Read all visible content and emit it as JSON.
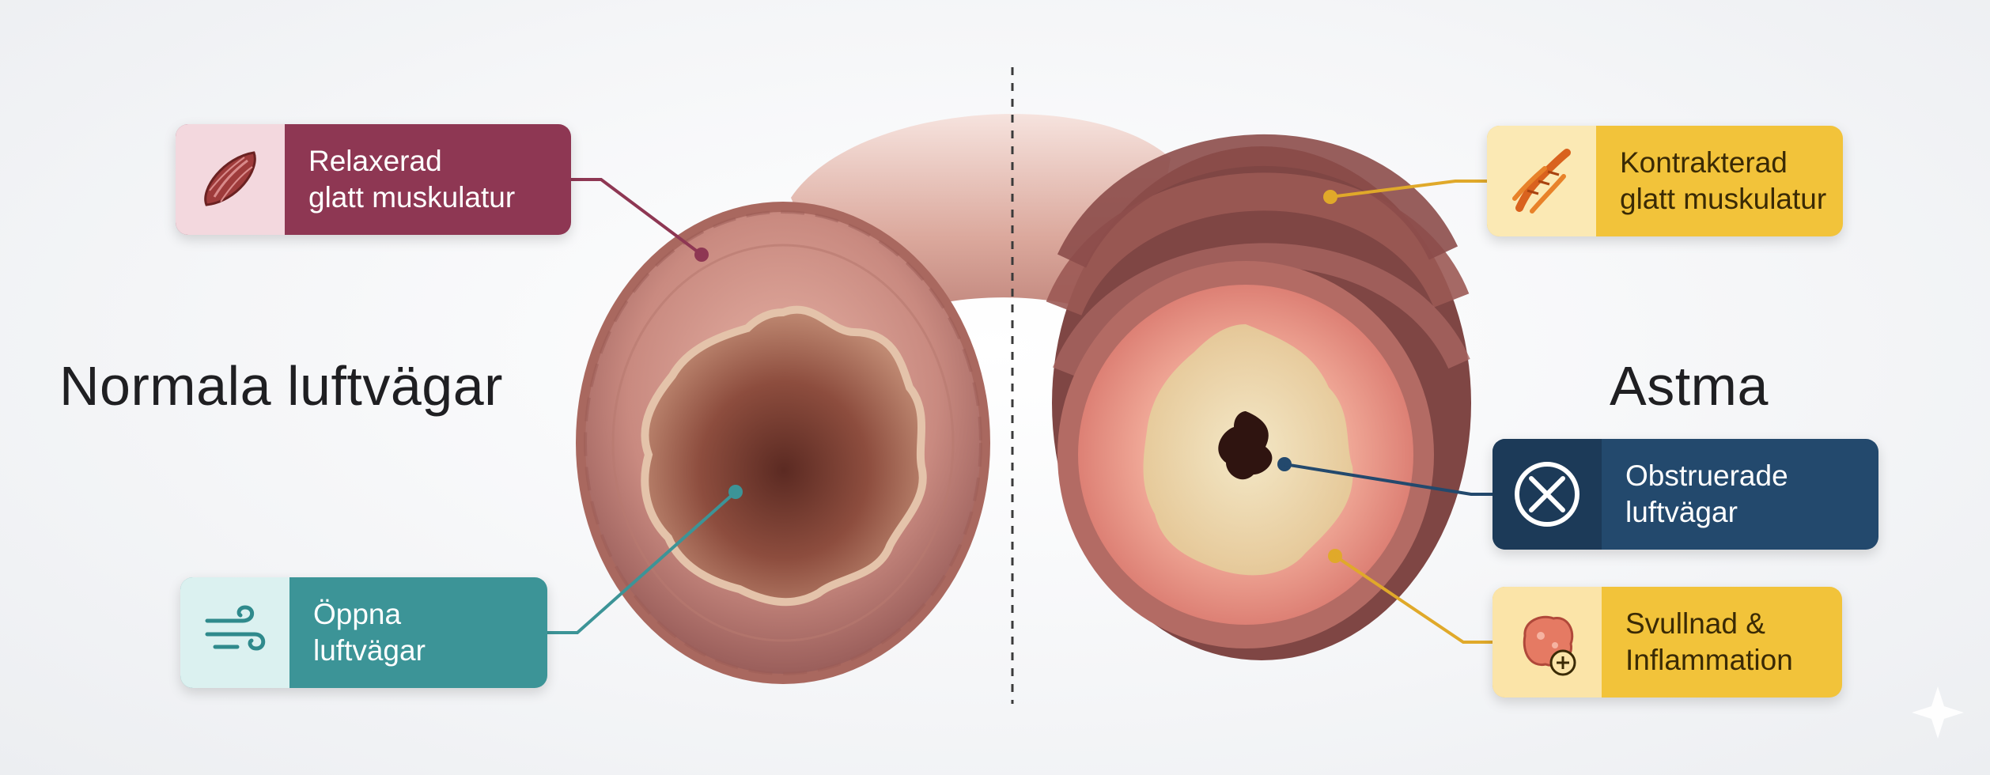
{
  "titles": {
    "normal": "Normala luftvägar",
    "asthma": "Astma"
  },
  "callouts": {
    "relaxed": {
      "line1": "Relaxerad",
      "line2": "glatt muskulatur",
      "icon": "muscle-icon"
    },
    "open": {
      "line1": "Öppna",
      "line2": "luftvägar",
      "icon": "wind-icon"
    },
    "contracted": {
      "line1": "Kontrakterad",
      "line2": "glatt muskulatur",
      "icon": "contracted-muscle-icon"
    },
    "obstructed": {
      "line1": "Obstruerade",
      "line2": "luftvägar",
      "icon": "blocked-circle-icon"
    },
    "swelling": {
      "line1": "Svullnad &",
      "line2": "Inflammation",
      "icon": "inflamed-cell-icon"
    }
  },
  "colors": {
    "relaxed": "#8e3753",
    "open": "#3c9497",
    "contracted": "#f2c33a",
    "obstructed": "#23496d",
    "swelling": "#f2c33a",
    "tissue": "#c98a80"
  }
}
